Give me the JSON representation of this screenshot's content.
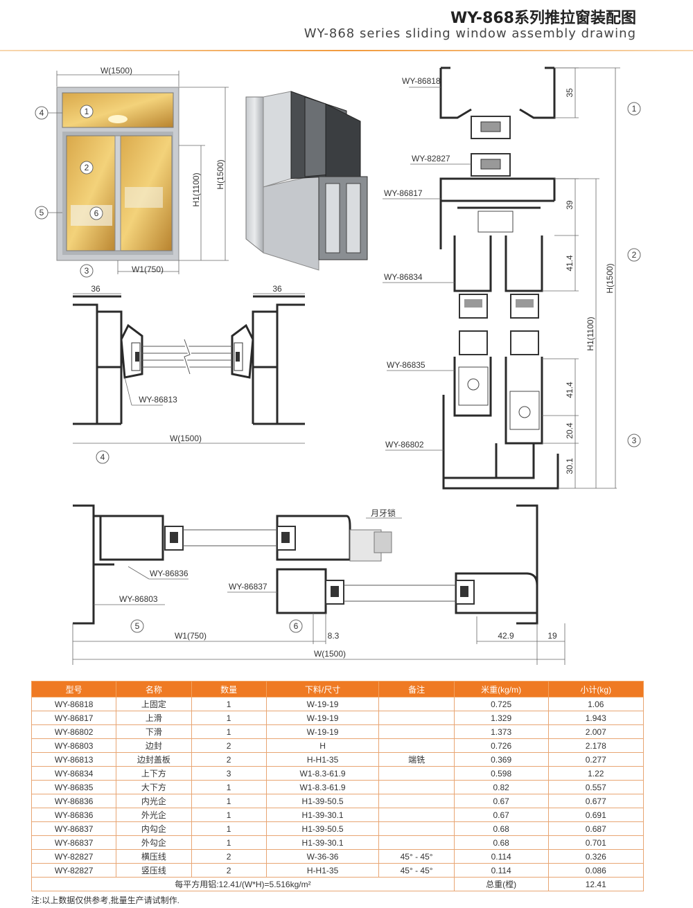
{
  "title_cn": "WY-868系列推拉窗装配图",
  "title_en": "WY-868 series sliding window assembly drawing",
  "labels": {
    "w1500": "W(1500)",
    "h1500": "H(1500)",
    "h1_1100": "H1(1100)",
    "w1_750": "W1(750)",
    "n36": "36",
    "n35": "35",
    "n39": "39",
    "n41_4": "41.4",
    "n20_4": "20.4",
    "n30_1": "30.1",
    "n8_3": "8.3",
    "n42_9": "42.9",
    "n19": "19",
    "lock": "月牙锁",
    "p86818": "WY-86818",
    "p82827": "WY-82827",
    "p86817": "WY-86817",
    "p86834": "WY-86834",
    "p86835": "WY-86835",
    "p86802": "WY-86802",
    "p86813": "WY-86813",
    "p86836": "WY-86836",
    "p86803": "WY-86803",
    "p86837": "WY-86837",
    "c1": "1",
    "c2": "2",
    "c3": "3",
    "c4": "4",
    "c5": "5",
    "c6": "6"
  },
  "table": {
    "headers": [
      "型号",
      "名称",
      "数量",
      "下料/尺寸",
      "备注",
      "米重(kg/m)",
      "小计(kg)"
    ],
    "rows": [
      [
        "WY-86818",
        "上固定",
        "1",
        "W-19-19",
        "",
        "0.725",
        "1.06"
      ],
      [
        "WY-86817",
        "上滑",
        "1",
        "W-19-19",
        "",
        "1.329",
        "1.943"
      ],
      [
        "WY-86802",
        "下滑",
        "1",
        "W-19-19",
        "",
        "1.373",
        "2.007"
      ],
      [
        "WY-86803",
        "边封",
        "2",
        "H",
        "",
        "0.726",
        "2.178"
      ],
      [
        "WY-86813",
        "边封盖板",
        "2",
        "H-H1-35",
        "端铣",
        "0.369",
        "0.277"
      ],
      [
        "WY-86834",
        "上下方",
        "3",
        "W1-8.3-61.9",
        "",
        "0.598",
        "1.22"
      ],
      [
        "WY-86835",
        "大下方",
        "1",
        "W1-8.3-61.9",
        "",
        "0.82",
        "0.557"
      ],
      [
        "WY-86836",
        "内光企",
        "1",
        "H1-39-50.5",
        "",
        "0.67",
        "0.677"
      ],
      [
        "WY-86836",
        "外光企",
        "1",
        "H1-39-30.1",
        "",
        "0.67",
        "0.691"
      ],
      [
        "WY-86837",
        "内勾企",
        "1",
        "H1-39-50.5",
        "",
        "0.68",
        "0.687"
      ],
      [
        "WY-86837",
        "外勾企",
        "1",
        "H1-39-30.1",
        "",
        "0.68",
        "0.701"
      ],
      [
        "WY-82827",
        "横压线",
        "2",
        "W-36-36",
        "45° - 45°",
        "0.114",
        "0.326"
      ],
      [
        "WY-82827",
        "竖压线",
        "2",
        "H-H1-35",
        "45° - 45°",
        "0.114",
        "0.086"
      ]
    ],
    "footer_left": "每平方用铝:12.41/(W*H)=5.516kg/m²",
    "footer_mid": "总重(樘)",
    "footer_right": "12.41"
  },
  "note": "注:以上数据仅供参考,批量生产请试制作."
}
